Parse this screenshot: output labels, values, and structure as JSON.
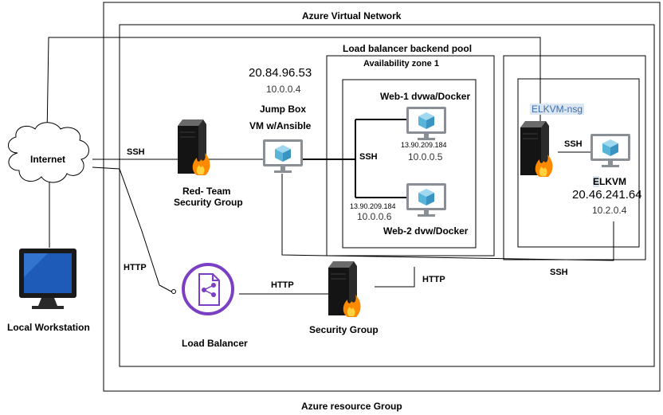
{
  "groups": {
    "resource_group": "Azure resource Group",
    "virtual_network": "Azure Virtual Network",
    "backend_pool": "Load balancer backend pool",
    "availability_zone": "Availability zone 1",
    "elk_nsg": "ELKVM-nsg"
  },
  "nodes": {
    "internet": "Internet",
    "workstation": "Local Workstation",
    "redteam_line1": "Red- Team",
    "redteam_line2": "Security Group",
    "load_balancer": "Load Balancer",
    "security_group": "Security Group",
    "jumpbox_public_ip": "20.84.96.53",
    "jumpbox_private_ip": "10.0.0.4",
    "jumpbox_line1": "Jump Box",
    "jumpbox_line2": "VM w/Ansible",
    "web1_name": "Web-1  dvwa/Docker",
    "web1_public_ip": "13.90.209.184",
    "web1_private_ip": "10.0.0.5",
    "web2_name": "Web-2 dvw/Docker",
    "web2_public_ip": "13.90.209.184",
    "web2_private_ip": "10.0.0.6",
    "elk_first_letter": "E",
    "elk_rest": "LKVM",
    "elk_public_ip": "20.46.241.64",
    "elk_private_ip": "10.2.0.4"
  },
  "edges": {
    "ssh_internet": "SSH",
    "ssh_web": "SSH",
    "ssh_elk": "SSH",
    "ssh_bottom": "SSH",
    "http_left": "HTTP",
    "http_mid": "HTTP",
    "http_right": "HTTP"
  },
  "colors": {
    "vm_blue": "#59b4d9",
    "load_balancer_purple": "#7b3fc4",
    "firewall_orange": "#ff8a00",
    "monitor_screen": "#1e5bb8",
    "nsg_highlight": "#dce6f0"
  }
}
